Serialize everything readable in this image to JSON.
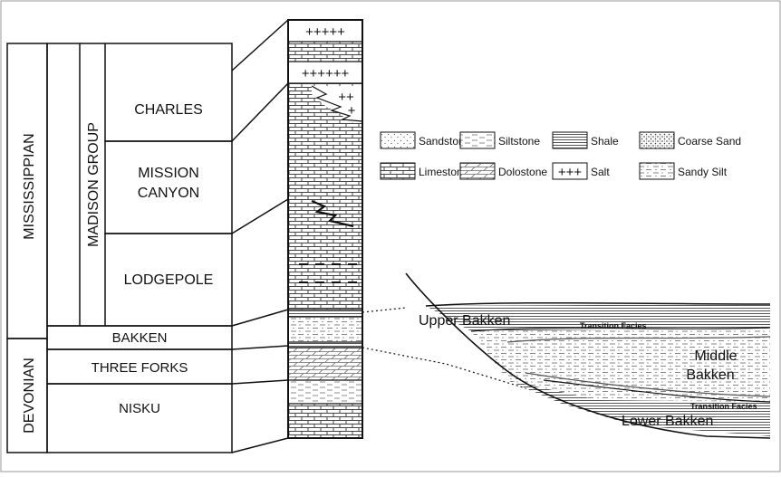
{
  "periods": [
    {
      "name": "MISSISSIPPIAN"
    },
    {
      "name": "DEVONIAN"
    }
  ],
  "group": {
    "name": "MADISON GROUP"
  },
  "formations": {
    "charles": "CHARLES",
    "mission_canyon": [
      "MISSION",
      "CANYON"
    ],
    "lodgepole": "LODGEPOLE",
    "bakken": "BAKKEN",
    "three_forks": "THREE FORKS",
    "nisku": "NISKU"
  },
  "column_salt_marks": {
    "top": "+++++",
    "second": "++++++",
    "wedge_upper": "++",
    "wedge_lower": "+"
  },
  "legend": [
    {
      "label": "Sandstone",
      "pattern": "sandstone"
    },
    {
      "label": "Siltstone",
      "pattern": "siltstone"
    },
    {
      "label": "Shale",
      "pattern": "shale"
    },
    {
      "label": "Coarse Sand",
      "pattern": "coarse-sand"
    },
    {
      "label": "Limestone",
      "pattern": "limestone"
    },
    {
      "label": "Dolostone",
      "pattern": "dolostone"
    },
    {
      "label": "Salt",
      "pattern": "salt",
      "swatch_text": "+++"
    },
    {
      "label": "Sandy Silt",
      "pattern": "sandy-silt"
    }
  ],
  "cross_section": {
    "upper": "Upper Bakken",
    "transition_upper": "Transition Facies",
    "middle": [
      "Middle",
      "Bakken"
    ],
    "transition_lower": "Transition Facies",
    "lower": "Lower Bakken"
  },
  "colors": {
    "line": "#111111",
    "pattern": "#555555",
    "background": "#ffffff"
  }
}
